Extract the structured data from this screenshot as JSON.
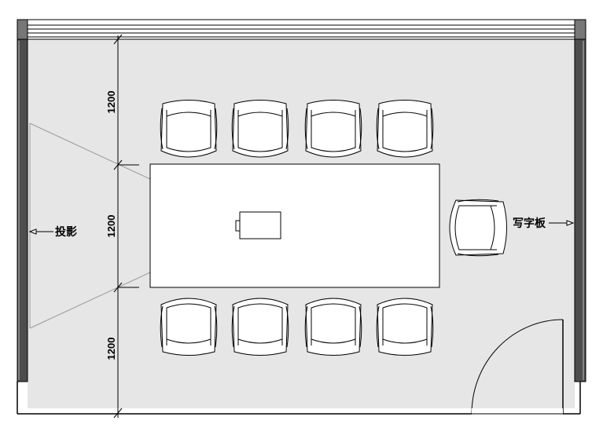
{
  "dimensions": {
    "top": "1200",
    "middle": "1200",
    "bottom": "1200"
  },
  "labels": {
    "projection": "投影",
    "whiteboard": "写字板"
  },
  "colors": {
    "floor": "#e6e6e6",
    "wall_dark": "#4d4d4d",
    "line": "#000000",
    "table": "#ffffff",
    "projection_beam": "#9a9a9a"
  }
}
